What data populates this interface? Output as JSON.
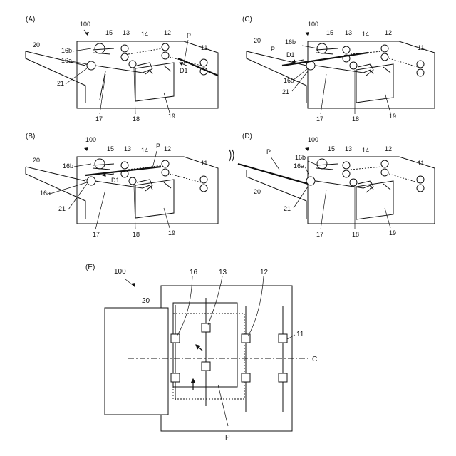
{
  "panels": {
    "A": {
      "label": "(A)",
      "n100": "100",
      "n15": "15",
      "n13": "13",
      "n14": "14",
      "n12": "12",
      "nP": "P",
      "n11": "11",
      "n20": "20",
      "n16b": "16b",
      "n16a": "16a",
      "nD1": "D1",
      "n21": "21",
      "n17": "17",
      "n18": "18",
      "n19": "19"
    },
    "B": {
      "label": "(B)",
      "n100": "100",
      "n15": "15",
      "n13": "13",
      "nP": "P",
      "n14": "14",
      "n12": "12",
      "n11": "11",
      "n20": "20",
      "n16b": "16b",
      "nD1": "D1",
      "n16a": "16a",
      "n21": "21",
      "n17": "17",
      "n18": "18",
      "n19": "19"
    },
    "C": {
      "label": "(C)",
      "n100": "100",
      "n20": "20",
      "n16b": "16b",
      "n15": "15",
      "n13": "13",
      "n14": "14",
      "n12": "12",
      "nP": "P",
      "nD1": "D1",
      "n11": "11",
      "n16a": "16a",
      "n21": "21",
      "n17": "17",
      "n18": "18",
      "n19": "19"
    },
    "D": {
      "label": "(D)",
      "n100": "100",
      "nP": "P",
      "n16b": "16b",
      "n16a": "16a",
      "n15": "15",
      "n13": "13",
      "n14": "14",
      "n12": "12",
      "n11": "11",
      "n20": "20",
      "n21": "21",
      "n17": "17",
      "n18": "18",
      "n19": "19"
    },
    "E": {
      "label": "(E)",
      "n100": "100",
      "n16": "16",
      "n13": "13",
      "n12": "12",
      "n20": "20",
      "n11": "11",
      "nC": "C",
      "nP": "P"
    }
  }
}
